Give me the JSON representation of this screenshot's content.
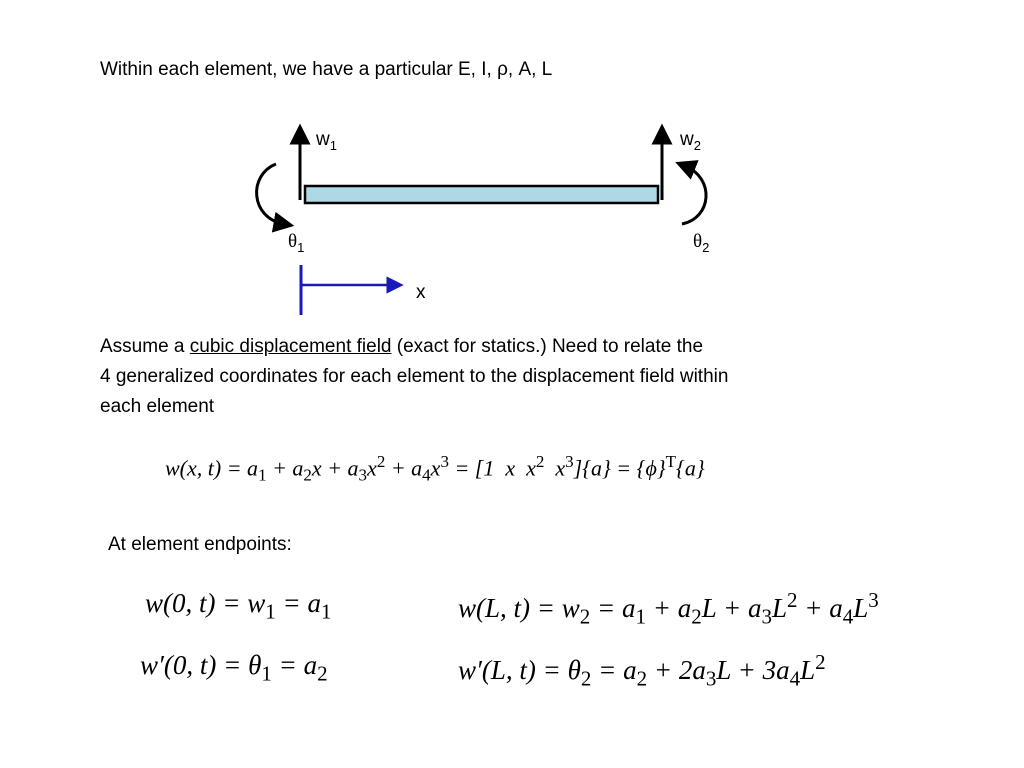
{
  "intro_text": "Within each element, we have a particular E, I, ρ, A, L",
  "diagram": {
    "label_w1": "w",
    "label_w1_sub": "1",
    "label_w2": "w",
    "label_w2_sub": "2",
    "label_theta1": "θ",
    "label_theta1_sub": "1",
    "label_theta2": "θ",
    "label_theta2_sub": "2",
    "label_x": "x",
    "colors": {
      "beam_fill": "#add8e6",
      "x_axis": "#1a1ab8",
      "stroke": "#000000"
    }
  },
  "assumption": {
    "prefix": "Assume a ",
    "underlined": "cubic displacement field",
    "suffix": " (exact for statics.)  Need to relate the",
    "line2": "4 generalized coordinates for each element to the displacement field within",
    "line3": "each element"
  },
  "cubic_equation": "w(x,t) = a₁ + a₂x + a₃x² + a₄x³ = [1  x  x²  x³]{a} = {ϕ}ᵀ{a}",
  "endpoints_label": "At element endpoints:",
  "endpoint_equations": [
    "w(0,t) = w₁ = a₁",
    "w(L,t) = w₂ = a₁ + a₂L + a₃L² + a₄L³",
    "w′(0,t) = θ₁ = a₂",
    "w′(L,t) = θ₂ = a₂ + 2a₃L + 3a₄L²"
  ]
}
